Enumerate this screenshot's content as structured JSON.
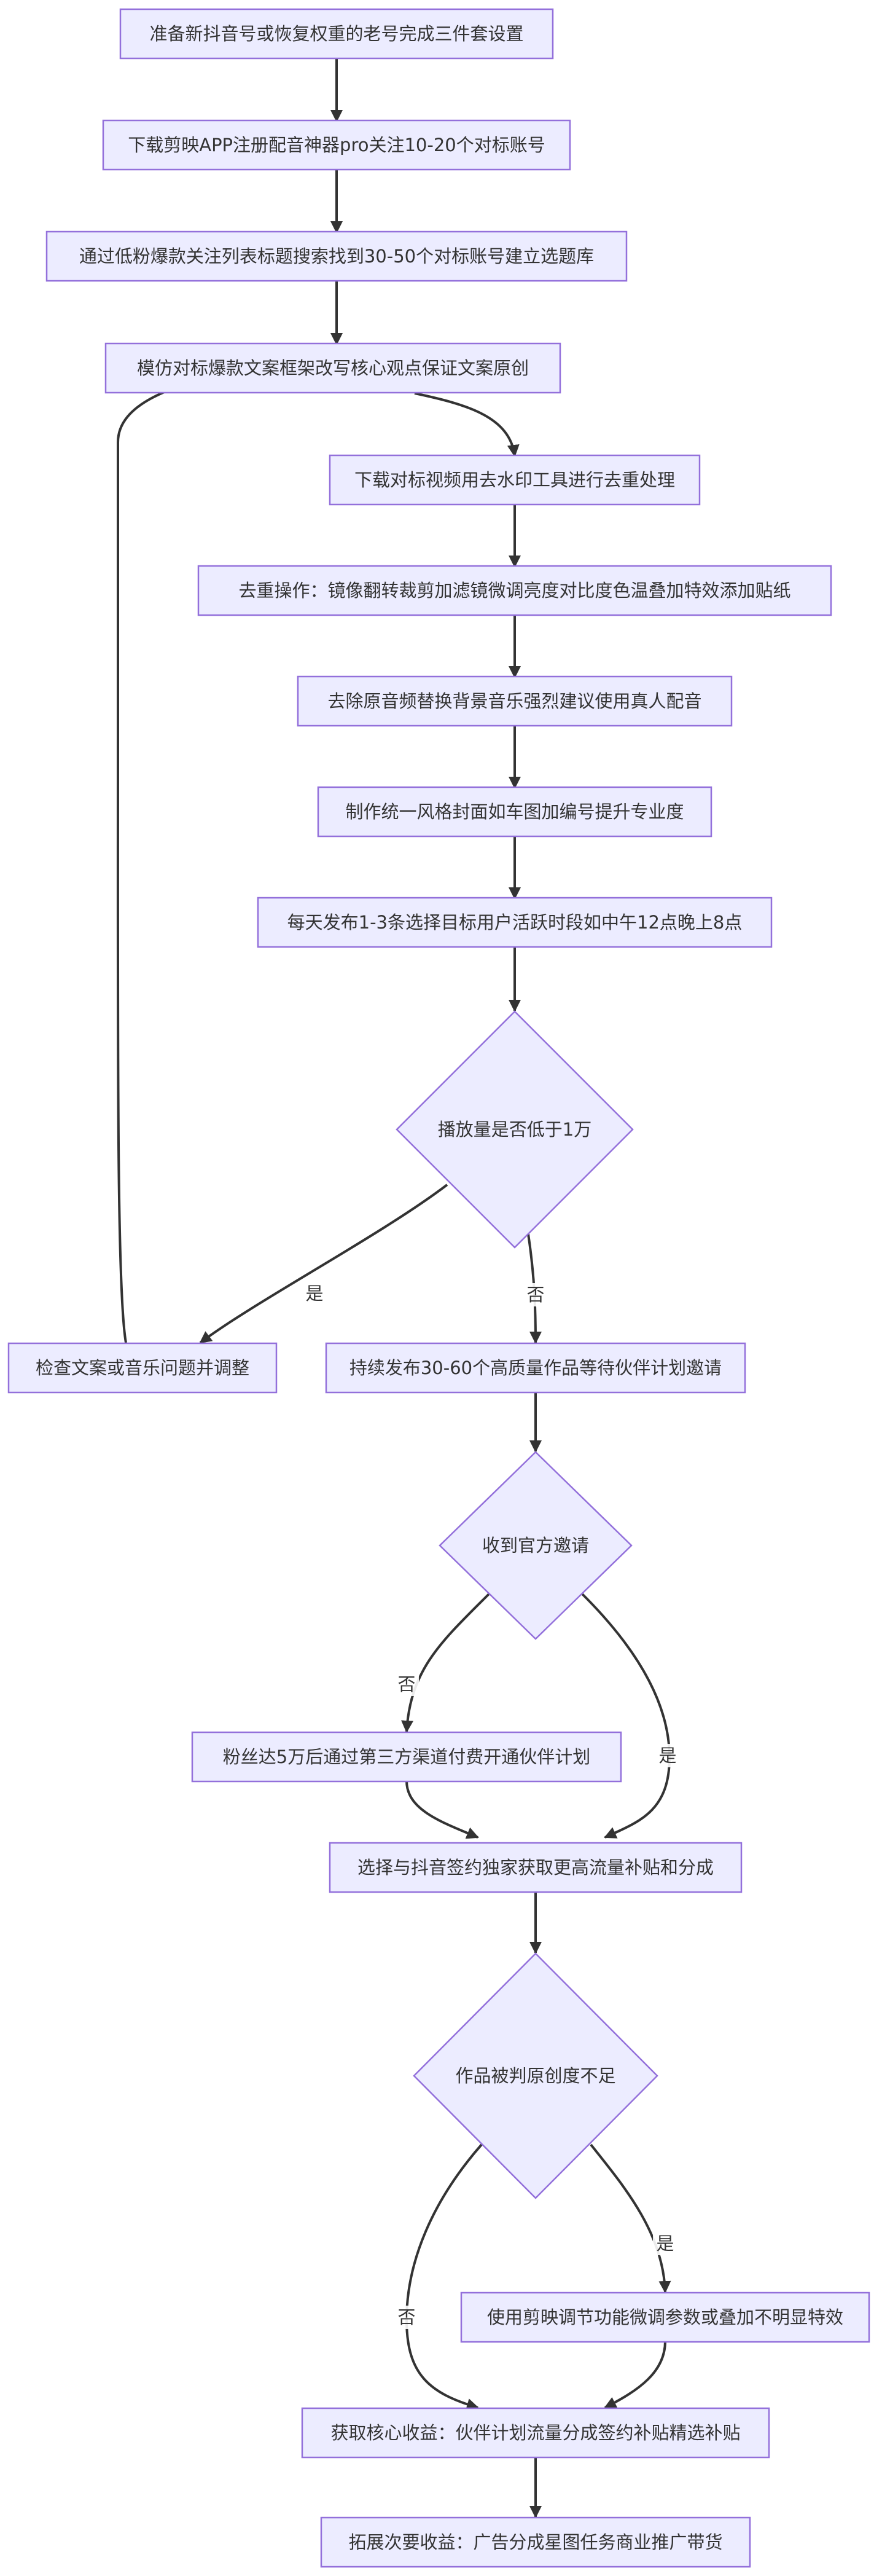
{
  "nodes": {
    "n1": "准备新抖音号或恢复权重的老号完成三件套设置",
    "n2": "下载剪映APP注册配音神器pro关注10-20个对标账号",
    "n3": "通过低粉爆款关注列表标题搜索找到30-50个对标账号建立选题库",
    "n4": "模仿对标爆款文案框架改写核心观点保证文案原创",
    "n5": "下载对标视频用去水印工具进行去重处理",
    "n6": "去重操作：镜像翻转裁剪加滤镜微调亮度对比度色温叠加特效添加贴纸",
    "n7": "去除原音频替换背景音乐强烈建议使用真人配音",
    "n8": "制作统一风格封面如车图加编号提升专业度",
    "n9": "每天发布1-3条选择目标用户活跃时段如中午12点晚上8点",
    "d1": "播放量是否低于1万",
    "n10": "检查文案或音乐问题并调整",
    "n11": "持续发布30-60个高质量作品等待伙伴计划邀请",
    "d2": "收到官方邀请",
    "n12": "粉丝达5万后通过第三方渠道付费开通伙伴计划",
    "n13": "选择与抖音签约独家获取更高流量补贴和分成",
    "d3": "作品被判原创度不足",
    "n14": "使用剪映调节功能微调参数或叠加不明显特效",
    "n15": "获取核心收益：伙伴计划流量分成签约补贴精选补贴",
    "n16": "拓展次要收益：广告分成星图任务商业推广带货"
  },
  "edge_labels": {
    "d1_yes": "是",
    "d1_no": "否",
    "d2_no": "否",
    "d2_yes": "是",
    "d3_yes": "是",
    "d3_no": "否"
  },
  "colors": {
    "node_fill": "#ececff",
    "node_stroke": "#9370db",
    "edge": "#333333",
    "text": "#333333"
  }
}
